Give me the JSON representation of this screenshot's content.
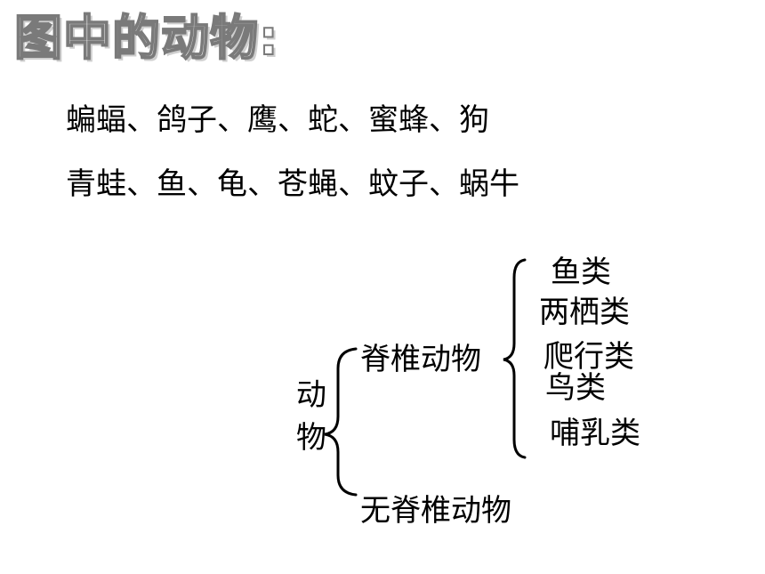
{
  "slide": {
    "title": "图中的动物:",
    "animals_line1": "蝙蝠、鸽子、鹰、蛇、蜜蜂、狗",
    "animals_line2": "青蛙、鱼、龟、苍蝇、蚊子、蜗牛"
  },
  "diagram": {
    "root_char1": "动",
    "root_char2": "物",
    "vertebrates": "脊椎动物",
    "invertebrates": "无脊椎动物",
    "classes": [
      "鱼类",
      "两栖类",
      "爬行类",
      "鸟类",
      "哺乳类"
    ]
  }
}
